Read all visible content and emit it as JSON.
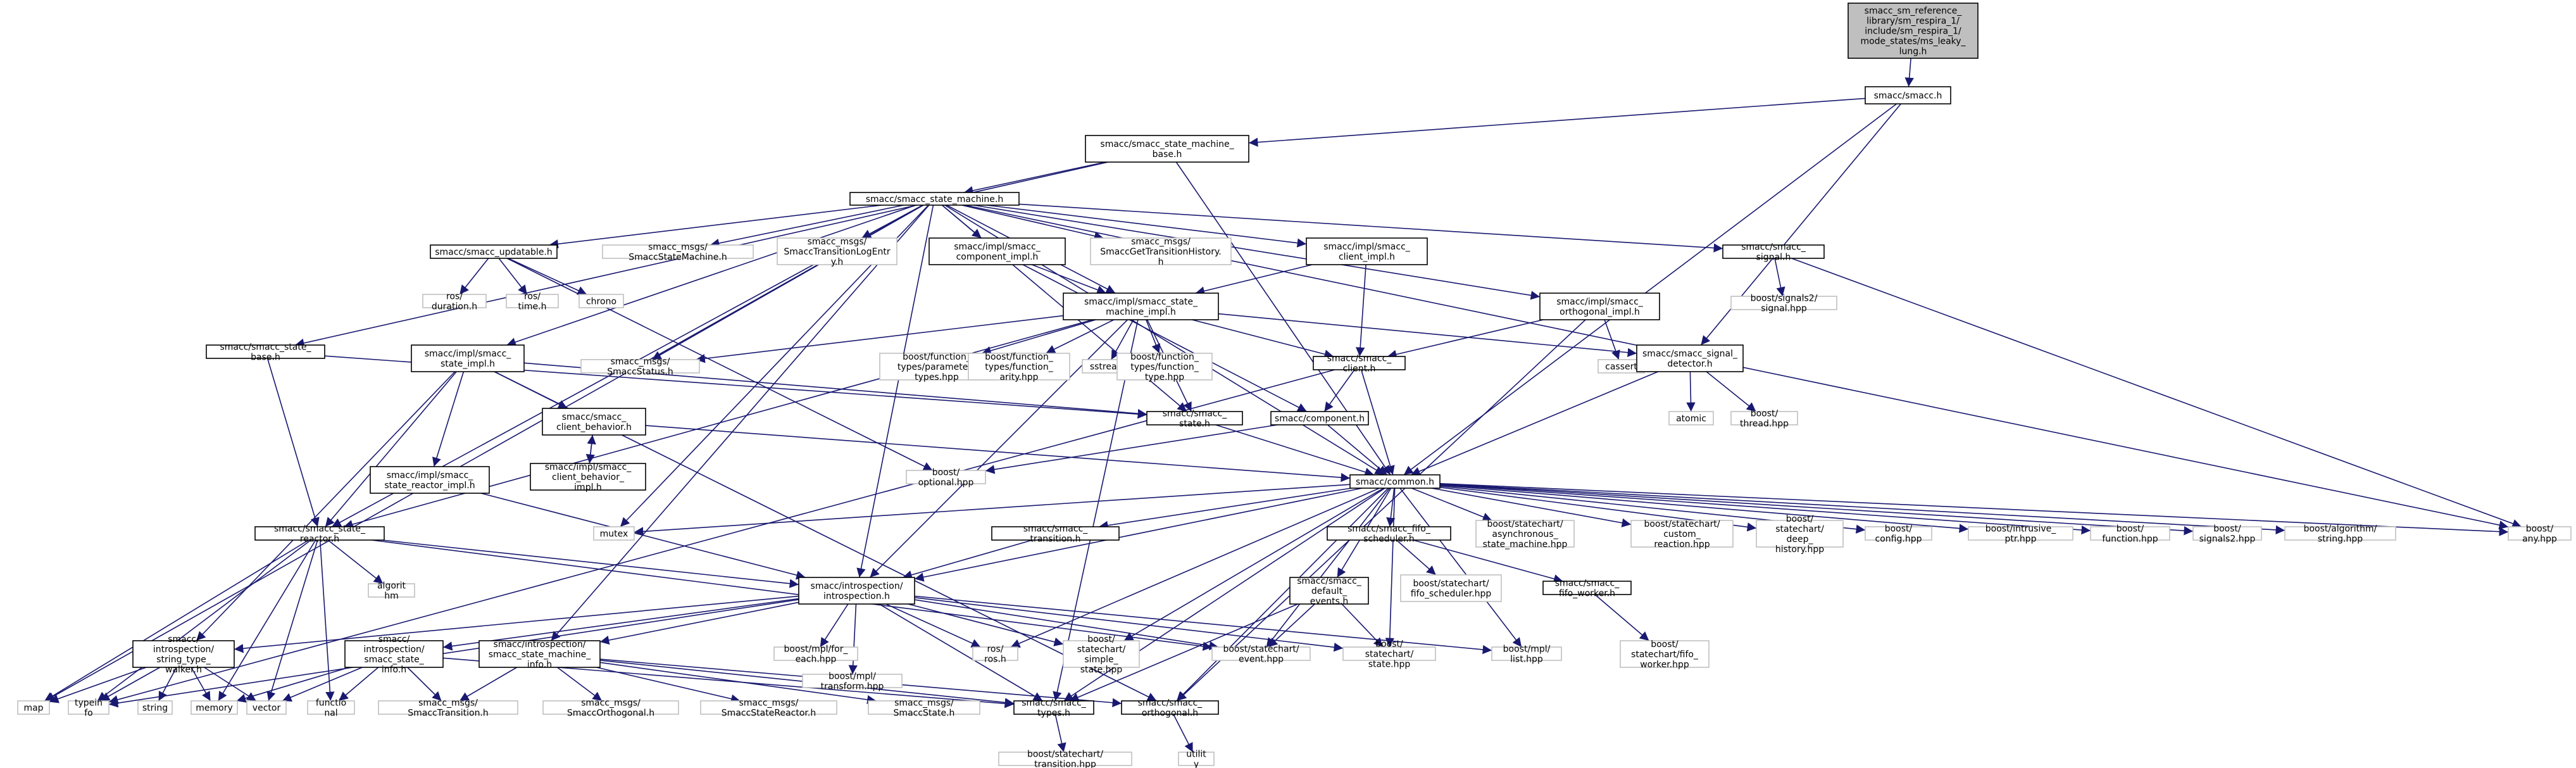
{
  "diagram": {
    "title": "",
    "colors": {
      "edge": "#191970",
      "box_border": "#000000",
      "external_border": "#bfbfbf",
      "root_fill": "#bfbfbf"
    },
    "nodes": [
      {
        "id": "root",
        "label": "smacc_sm_reference_library/sm_respira_1/include/sm_respira_1/mode_states/ms_leaky_lung.h",
        "kind": "root"
      },
      {
        "id": "smacc_h",
        "label": "smacc/smacc.h",
        "kind": "internal"
      },
      {
        "id": "sm_base",
        "label": "smacc/smacc_state_machine_base.h",
        "kind": "internal"
      },
      {
        "id": "sm",
        "label": "smacc/smacc_state_machine.h",
        "kind": "internal"
      },
      {
        "id": "updatable",
        "label": "smacc/smacc_updatable.h",
        "kind": "internal"
      },
      {
        "id": "msg_sm",
        "label": "smacc_msgs/SmaccStateMachine.h",
        "kind": "external"
      },
      {
        "id": "msg_tle",
        "label": "smacc_msgs/SmaccTransitionLogEntry.h",
        "kind": "external"
      },
      {
        "id": "comp_impl",
        "label": "smacc/impl/smacc_component_impl.h",
        "kind": "internal"
      },
      {
        "id": "msg_gth",
        "label": "smacc_msgs/SmaccGetTransitionHistory.h",
        "kind": "external"
      },
      {
        "id": "client_impl",
        "label": "smacc/impl/smacc_client_impl.h",
        "kind": "internal"
      },
      {
        "id": "orth_impl",
        "label": "smacc/impl/smacc_orthogonal_impl.h",
        "kind": "internal"
      },
      {
        "id": "signal",
        "label": "smacc/smacc_signal.h",
        "kind": "internal"
      },
      {
        "id": "ros_duration",
        "label": "ros/duration.h",
        "kind": "external"
      },
      {
        "id": "ros_time",
        "label": "ros/time.h",
        "kind": "external"
      },
      {
        "id": "chrono",
        "label": "chrono",
        "kind": "external"
      },
      {
        "id": "sm_impl",
        "label": "smacc/impl/smacc_state_machine_impl.h",
        "kind": "internal"
      },
      {
        "id": "state_base",
        "label": "smacc/smacc_state_base.h",
        "kind": "internal"
      },
      {
        "id": "state_impl",
        "label": "smacc/impl/smacc_state_impl.h",
        "kind": "internal"
      },
      {
        "id": "msg_status",
        "label": "smacc_msgs/SmaccStatus.h",
        "kind": "external"
      },
      {
        "id": "ft_param",
        "label": "boost/function_types/parameter_types.hpp",
        "kind": "external"
      },
      {
        "id": "ft_arity",
        "label": "boost/function_types/function_arity.hpp",
        "kind": "external"
      },
      {
        "id": "sstream",
        "label": "sstream",
        "kind": "external"
      },
      {
        "id": "ft_type",
        "label": "boost/function_types/function_type.hpp",
        "kind": "external"
      },
      {
        "id": "client",
        "label": "smacc/smacc_client.h",
        "kind": "internal"
      },
      {
        "id": "cassert",
        "label": "cassert",
        "kind": "external"
      },
      {
        "id": "sig_detector",
        "label": "smacc/smacc_signal_detector.h",
        "kind": "internal"
      },
      {
        "id": "signals2_signal",
        "label": "boost/signals2/signal.hpp",
        "kind": "external"
      },
      {
        "id": "client_behavior",
        "label": "smacc/smacc_client_behavior.h",
        "kind": "internal"
      },
      {
        "id": "state",
        "label": "smacc/smacc_state.h",
        "kind": "internal"
      },
      {
        "id": "component",
        "label": "smacc/component.h",
        "kind": "internal"
      },
      {
        "id": "atomic",
        "label": "atomic",
        "kind": "external"
      },
      {
        "id": "boost_thread",
        "label": "boost/thread.hpp",
        "kind": "external"
      },
      {
        "id": "reactor_impl",
        "label": "smacc/impl/smacc_state_reactor_impl.h",
        "kind": "internal"
      },
      {
        "id": "cb_impl",
        "label": "smacc/impl/smacc_client_behavior_impl.h",
        "kind": "internal"
      },
      {
        "id": "optional",
        "label": "boost/optional.hpp",
        "kind": "external"
      },
      {
        "id": "common",
        "label": "smacc/common.h",
        "kind": "internal"
      },
      {
        "id": "mutex",
        "label": "mutex",
        "kind": "external"
      },
      {
        "id": "transition",
        "label": "smacc/smacc_transition.h",
        "kind": "internal"
      },
      {
        "id": "fifo_sched",
        "label": "smacc/smacc_fifo_scheduler.h",
        "kind": "internal"
      },
      {
        "id": "sc_async",
        "label": "boost/statechart/asynchronous_state_machine.hpp",
        "kind": "external"
      },
      {
        "id": "sc_custom",
        "label": "boost/statechart/custom_reaction.hpp",
        "kind": "external"
      },
      {
        "id": "sc_deep",
        "label": "boost/statechart/deep_history.hpp",
        "kind": "external"
      },
      {
        "id": "config",
        "label": "boost/config.hpp",
        "kind": "external"
      },
      {
        "id": "intrusive",
        "label": "boost/intrusive_ptr.hpp",
        "kind": "external"
      },
      {
        "id": "bfunction",
        "label": "boost/function.hpp",
        "kind": "external"
      },
      {
        "id": "signals2",
        "label": "boost/signals2.hpp",
        "kind": "external"
      },
      {
        "id": "algo_string",
        "label": "boost/algorithm/string.hpp",
        "kind": "external"
      },
      {
        "id": "any",
        "label": "boost/any.hpp",
        "kind": "external"
      },
      {
        "id": "reactor",
        "label": "smacc/smacc_state_reactor.h",
        "kind": "internal"
      },
      {
        "id": "default_events",
        "label": "smacc/smacc_default_events.h",
        "kind": "internal"
      },
      {
        "id": "sc_fifo_sched",
        "label": "boost/statechart/fifo_scheduler.hpp",
        "kind": "external"
      },
      {
        "id": "fifo_worker",
        "label": "smacc/smacc_fifo_worker.h",
        "kind": "internal"
      },
      {
        "id": "algorithm",
        "label": "algorithm",
        "kind": "external"
      },
      {
        "id": "introspection",
        "label": "smacc/introspection/introspection.h",
        "kind": "internal"
      },
      {
        "id": "stw",
        "label": "smacc/introspection/string_type_walker.h",
        "kind": "internal"
      },
      {
        "id": "state_info",
        "label": "smacc/introspection/smacc_state_info.h",
        "kind": "internal"
      },
      {
        "id": "sm_info",
        "label": "smacc/introspection/smacc_state_machine_info.h",
        "kind": "internal"
      },
      {
        "id": "mpl_foreach",
        "label": "boost/mpl/for_each.hpp",
        "kind": "external"
      },
      {
        "id": "mpl_transform",
        "label": "boost/mpl/transform.hpp",
        "kind": "external"
      },
      {
        "id": "ros_h",
        "label": "ros/ros.h",
        "kind": "external"
      },
      {
        "id": "sc_simple",
        "label": "boost/statechart/simple_state.hpp",
        "kind": "external"
      },
      {
        "id": "sc_event",
        "label": "boost/statechart/event.hpp",
        "kind": "external"
      },
      {
        "id": "sc_state",
        "label": "boost/statechart/state.hpp",
        "kind": "external"
      },
      {
        "id": "mpl_list",
        "label": "boost/mpl/list.hpp",
        "kind": "external"
      },
      {
        "id": "sc_fifo_worker",
        "label": "boost/statechart/fifo_worker.hpp",
        "kind": "external"
      },
      {
        "id": "map",
        "label": "map",
        "kind": "external"
      },
      {
        "id": "typeinfo",
        "label": "typeinfo",
        "kind": "external"
      },
      {
        "id": "string",
        "label": "string",
        "kind": "external"
      },
      {
        "id": "memory",
        "label": "memory",
        "kind": "external"
      },
      {
        "id": "vector",
        "label": "vector",
        "kind": "external"
      },
      {
        "id": "functional",
        "label": "functional",
        "kind": "external"
      },
      {
        "id": "msg_transition",
        "label": "smacc_msgs/SmaccTransition.h",
        "kind": "external"
      },
      {
        "id": "msg_orthogonal",
        "label": "smacc_msgs/SmaccOrthogonal.h",
        "kind": "external"
      },
      {
        "id": "msg_reactor",
        "label": "smacc_msgs/SmaccStateReactor.h",
        "kind": "external"
      },
      {
        "id": "msg_state",
        "label": "smacc_msgs/SmaccState.h",
        "kind": "external"
      },
      {
        "id": "types",
        "label": "smacc/smacc_types.h",
        "kind": "internal"
      },
      {
        "id": "orthogonal",
        "label": "smacc/smacc_orthogonal.h",
        "kind": "internal"
      },
      {
        "id": "sc_transition",
        "label": "boost/statechart/transition.hpp",
        "kind": "external"
      },
      {
        "id": "utility",
        "label": "utility",
        "kind": "external"
      }
    ]
  }
}
